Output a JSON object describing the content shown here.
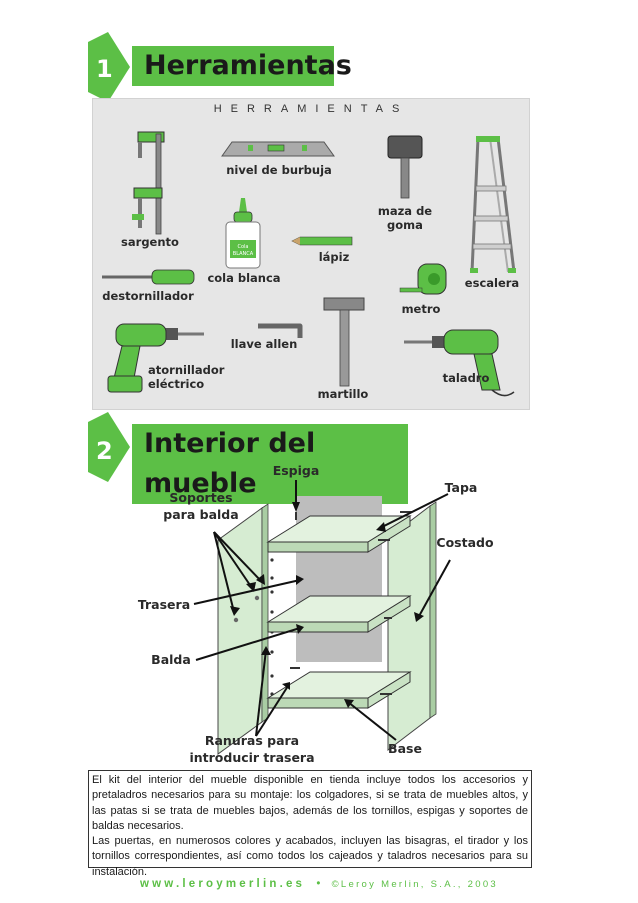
{
  "section1": {
    "number": "1",
    "title": "Herramientas",
    "panel_heading": "HERRAMIENTAS"
  },
  "tools": {
    "sargento": "sargento",
    "nivel": "nivel de burbuja",
    "maza_l1": "maza de",
    "maza_l2": "goma",
    "escalera": "escalera",
    "lapiz": "lápiz",
    "cola": "cola blanca",
    "cola_bottle_l1": "Cola",
    "cola_bottle_l2": "BLANCA",
    "destornillador": "destornillador",
    "metro": "metro",
    "llave": "llave allen",
    "atorn_l1": "atornillador",
    "atorn_l2": "eléctrico",
    "martillo": "martillo",
    "taladro": "taladro"
  },
  "section2": {
    "number": "2",
    "title": "Interior del mueble"
  },
  "parts": {
    "espiga": "Espiga",
    "tapa": "Tapa",
    "soportes_l1": "Soportes",
    "soportes_l2": "para balda",
    "costado": "Costado",
    "trasera": "Trasera",
    "balda": "Balda",
    "ranuras_l1": "Ranuras para",
    "ranuras_l2": "introducir trasera",
    "base": "Base"
  },
  "description": {
    "p1": "El kit del interior del mueble disponible en tienda incluye todos los accesorios y pretaladros necesarios para su montaje: los colgadores, si se trata de muebles altos, y las patas si se trata de muebles bajos, además de los tornillos, espigas y soportes de baldas necesarios.",
    "p2": "Las puertas, en numerosos colores y acabados, incluyen las bisagras, el tirador y los tornillos correspondientes, así como todos los cajeados y taladros necesarios para su instalación."
  },
  "footer": {
    "site": "www.leroymerlin.es",
    "separator": "•",
    "copyright": "©Leroy Merlin, S.A., 2003"
  },
  "colors": {
    "accent": "#5cbf46",
    "panel": "#e6e6e6",
    "board": "#d6ecd2"
  }
}
